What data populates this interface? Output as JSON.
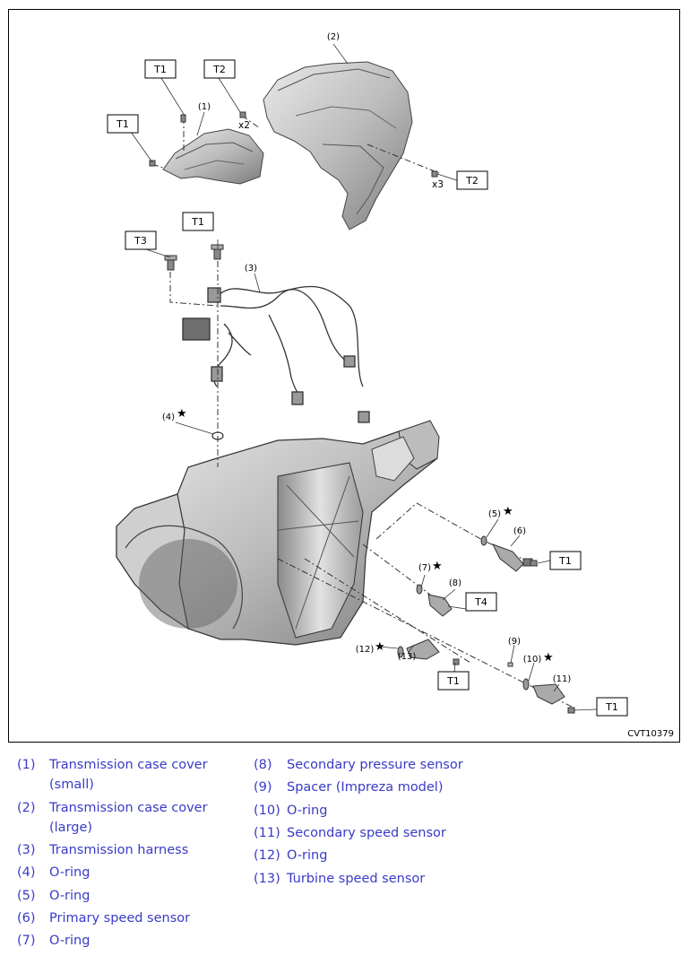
{
  "figure": {
    "code": "CVT10379",
    "callouts": {
      "c1": "(1)",
      "c2": "(2)",
      "c3": "(3)",
      "c4": "(4)",
      "c5": "(5)",
      "c6": "(6)",
      "c7": "(7)",
      "c8": "(8)",
      "c9": "(9)",
      "c10": "(10)",
      "c11": "(11)",
      "c12": "(12)",
      "c13": "(13)"
    },
    "torque_labels": {
      "t1": "T1",
      "t2": "T2",
      "t3": "T3",
      "t4": "T4"
    },
    "quantities": {
      "x2": "x2",
      "x3": "x3"
    },
    "star": "★"
  },
  "legend": {
    "left": [
      {
        "num": "(1)",
        "text_lines": [
          "Transmission case cover",
          "(small)"
        ]
      },
      {
        "num": "(2)",
        "text_lines": [
          "Transmission case cover",
          "(large)"
        ]
      },
      {
        "num": "(3)",
        "text_lines": [
          "Transmission harness"
        ]
      },
      {
        "num": "(4)",
        "text_lines": [
          "O-ring"
        ]
      },
      {
        "num": "(5)",
        "text_lines": [
          "O-ring"
        ]
      },
      {
        "num": "(6)",
        "text_lines": [
          "Primary speed sensor"
        ]
      },
      {
        "num": "(7)",
        "text_lines": [
          "O-ring"
        ]
      }
    ],
    "right": [
      {
        "num": "(8)",
        "text_lines": [
          "Secondary pressure sensor"
        ]
      },
      {
        "num": "(9)",
        "text_lines": [
          "Spacer (Impreza model)"
        ]
      },
      {
        "num": "(10)",
        "text_lines": [
          "O-ring"
        ]
      },
      {
        "num": "(11)",
        "text_lines": [
          "Secondary speed sensor"
        ]
      },
      {
        "num": "(12)",
        "text_lines": [
          "O-ring"
        ]
      },
      {
        "num": "(13)",
        "text_lines": [
          "Turbine speed sensor"
        ]
      }
    ]
  },
  "colors": {
    "legend_text": "#3a3ac8",
    "frame": "#000000"
  }
}
